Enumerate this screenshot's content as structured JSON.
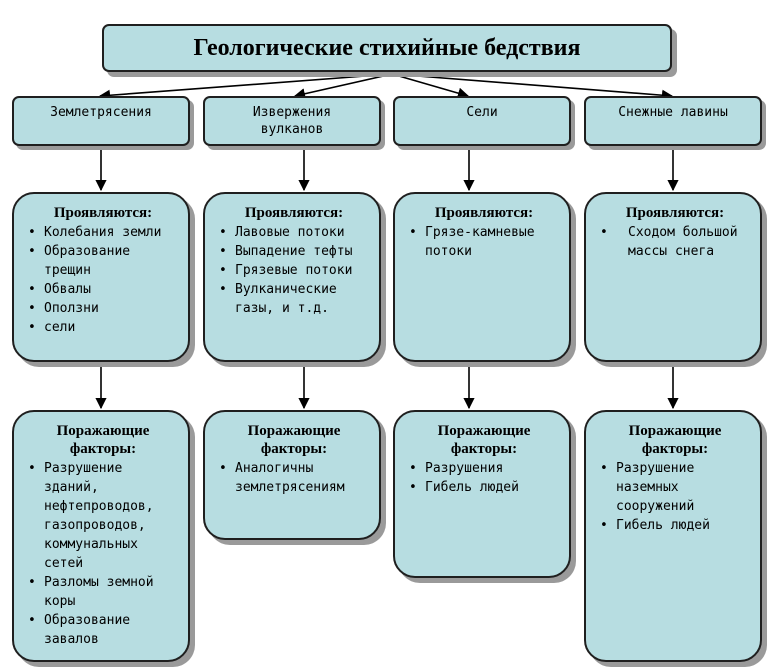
{
  "title": "Геологические стихийные бедствия",
  "categories": [
    {
      "name": "Землетрясения",
      "manifest_header": "Проявляются:",
      "manifest_items": [
        "Колебания земли",
        "Образование трещин",
        "Обвалы",
        "Оползни",
        "сели"
      ],
      "factors_header": "Поражающие факторы:",
      "factors_items": [
        "Разрушение зданий, нефтепроводов, газопроводов, коммунальных сетей",
        "Разломы земной коры",
        "Образование завалов"
      ]
    },
    {
      "name": "Извержения вулканов",
      "manifest_header": "Проявляются:",
      "manifest_items": [
        "Лавовые потоки",
        "Выпадение тефты",
        "Грязевые потоки",
        "Вулканические газы, и т.д."
      ],
      "factors_header": "Поражающие факторы:",
      "factors_items": [
        "Аналогичны землетрясениям"
      ]
    },
    {
      "name": "Сели",
      "manifest_header": "Проявляются:",
      "manifest_items": [
        "Грязе-камневые потоки"
      ],
      "factors_header": "Поражающие факторы:",
      "factors_items": [
        "Разрушения",
        "Гибель людей"
      ]
    },
    {
      "name": "Снежные лавины",
      "manifest_header": "Проявляются:",
      "manifest_items": [
        "Сходом большой массы снега"
      ],
      "factors_header": "Поражающие факторы:",
      "factors_items": [
        "Разрушение наземных сооружений",
        "Гибель людей"
      ]
    }
  ]
}
